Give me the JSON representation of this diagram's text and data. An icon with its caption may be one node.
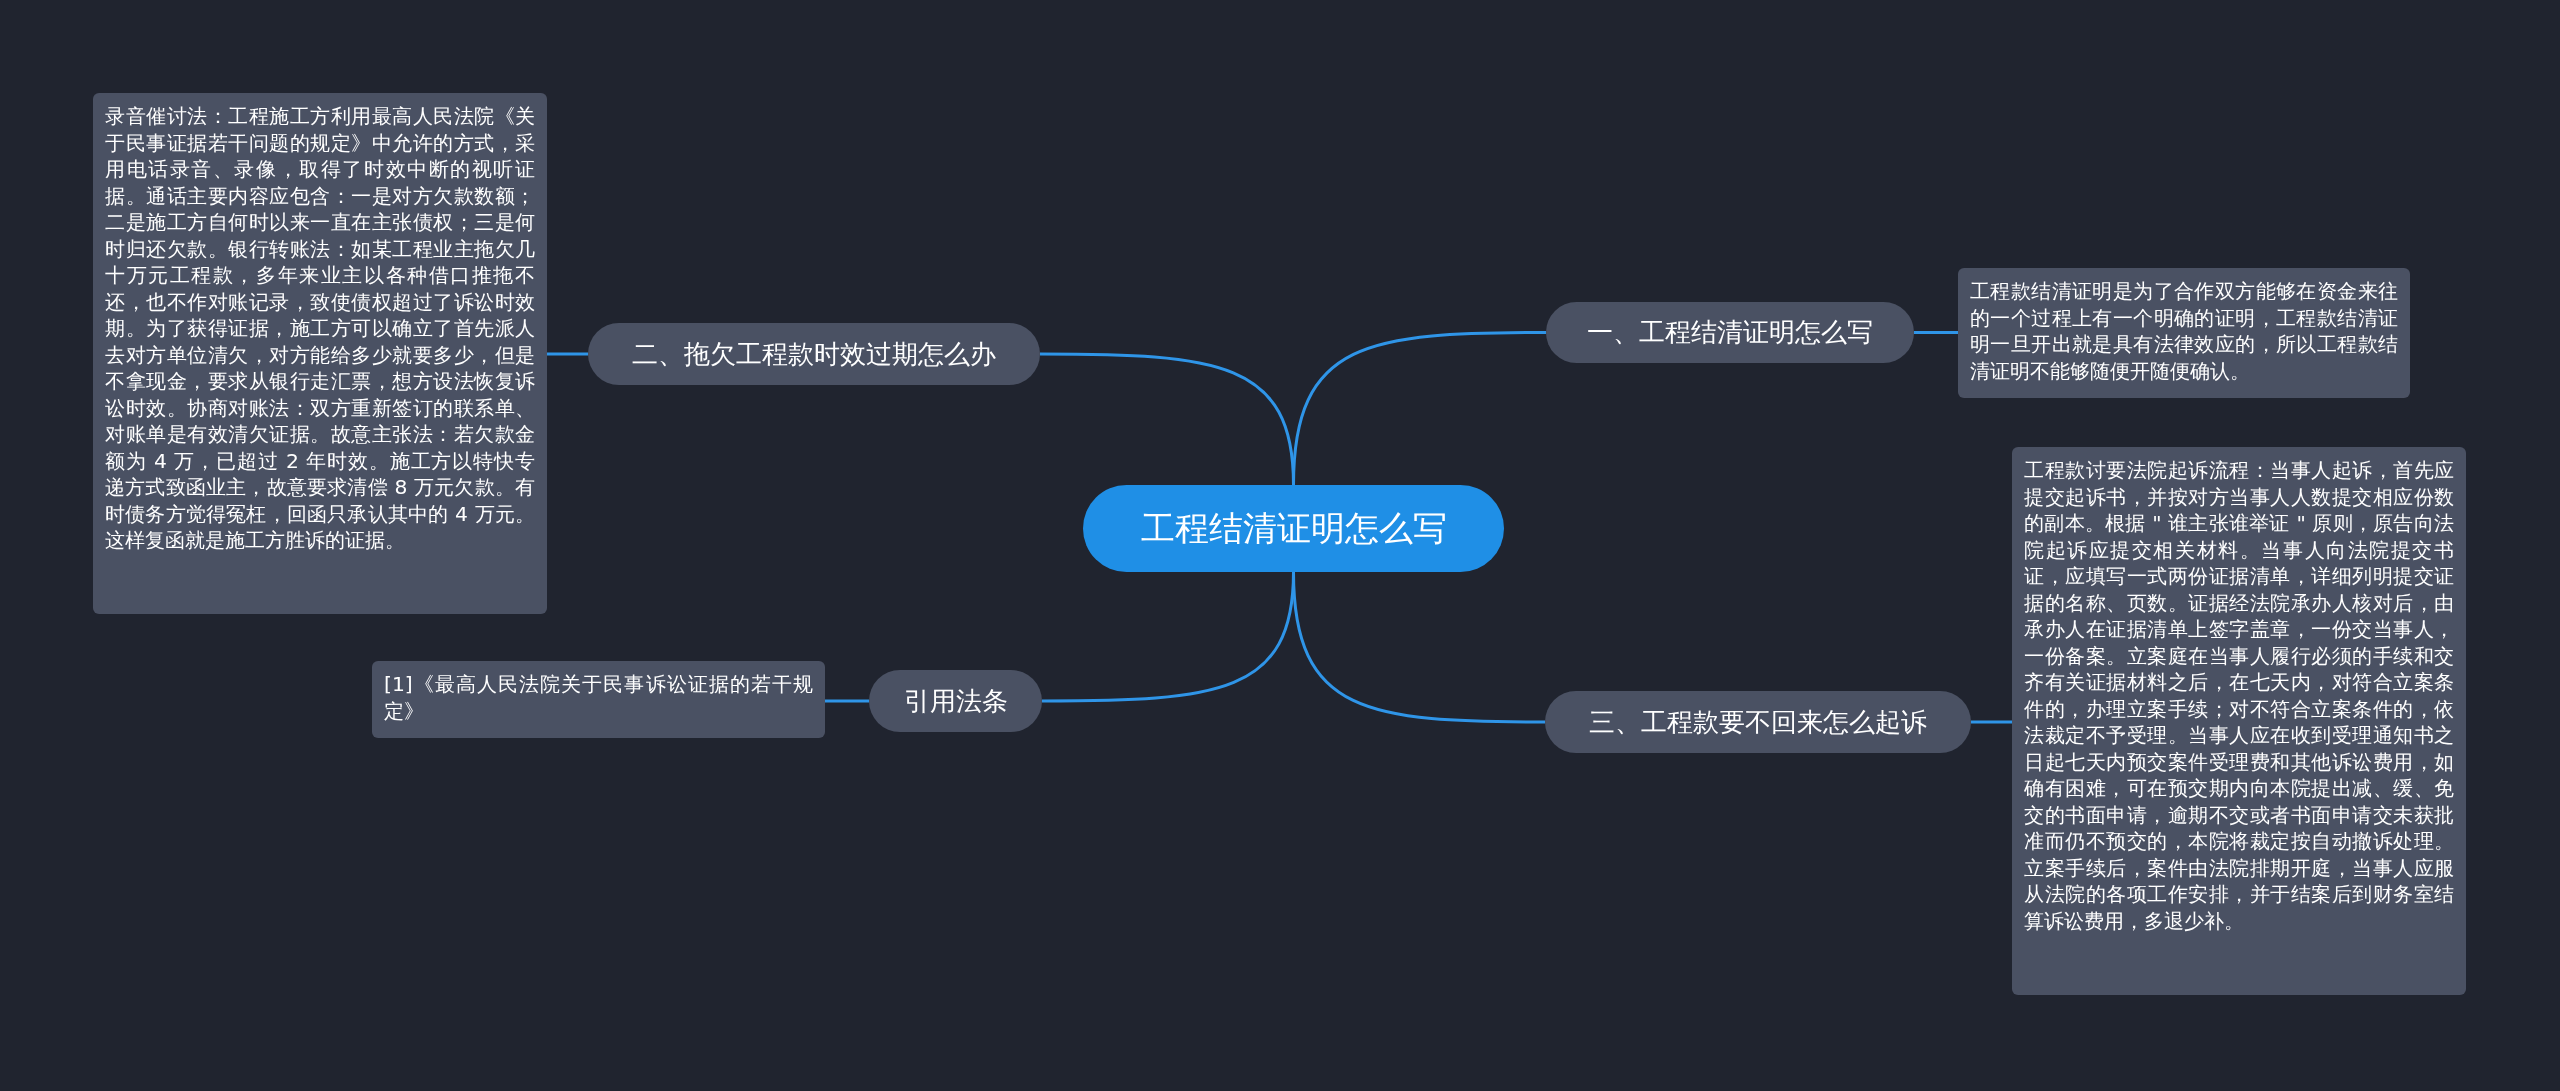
{
  "diagram": {
    "nodes": [
      {
        "text": [
          "工程结清证明怎么写"
        ]
      },
      {
        "text": [
          "一、工程结清证明怎么写"
        ]
      },
      {
        "text": [
          "工程款结清证明是为了合作双方能够在资金来往的一个过程上有一个明确的证明，工程款结清证明一旦开出就是具有法律效应的，所以工程款结清证明不能够随便开随便确认。"
        ]
      },
      {
        "text": [
          "二、拖欠工程款时效过期怎么办"
        ]
      },
      {
        "text": [
          "录音催讨法：工程施工方利用最高人民法院《关于民事证据若干问题的规定》中允许的方式，采用电话录音、录像，取得了时效中断的视听证据。通话主要内容应包含：一是对方欠款数额；二是施工方自何时以来一直在主张债权；三是何时归还欠款。银行转账法：如某工程业主拖欠几十万元工程款，多年来业主以各种借口推拖不还，也不作对账记录，致使债权超过了诉讼时效期。为了获得证据，施工方可以确立了首先派人去对方单位清欠，对方能给多少就要多少，但是不拿现金，要求从银行走汇票，想方设法恢复诉讼时效。协商对账法：双方重新签订的联系单、对账单是有效清欠证据。故意主张法：若欠款金额为 4 万，已超过 2 年时效。施工方以特快专递方式致函业主，故意要求清偿 8 万元欠款。有时债务方觉得冤枉，回函只承认其中的 4 万元。这样复函就是施工方胜诉的证据。"
        ]
      },
      {
        "text": [
          "引用法条"
        ]
      },
      {
        "text": [
          "[1]《最高人民法院关于民事诉讼证据的若干规定》"
        ]
      },
      {
        "text": [
          "三、工程款要不回来怎么起诉"
        ]
      },
      {
        "text": [
          "工程款讨要法院起诉流程：当事人起诉，首先应提交起诉书，并按对方当事人人数提交相应份数的副本。根据 \" 谁主张谁举证 \" 原则，原告向法院起诉应提交相关材料。当事人向法院提交书证，应填写一式两份证据清单，详细列明提交证据的名称、页数。证据经法院承办人核对后，由承办人在证据清单上签字盖章，一份交当事人，一份备案。立案庭在当事人履行必须的手续和交齐有关证据材料之后，在七天内，对符合立案条件的，办理立案手续；对不符合立案条件的，依法裁定不予受理。当事人应在收到受理通知书之日起七天内预交案件受理费和其他诉讼费用，如确有困难，可在预交期内向本院提出减、缓、免交的书面申请，逾期不交或者书面申请交未获批准而仍不预交的，本院将裁定按自动撤诉处理。立案手续后，案件由法院排期开庭，当事人应服从法院的各项工作安排，并于结案后到财务室结算诉讼费用，多退少补。"
        ]
      }
    ],
    "edges": [
      {
        "from": 0,
        "to": 1,
        "arrow": "none"
      },
      {
        "from": 1,
        "to": 2,
        "arrow": "none"
      },
      {
        "from": 0,
        "to": 3,
        "arrow": "none"
      },
      {
        "from": 3,
        "to": 4,
        "arrow": "none"
      },
      {
        "from": 0,
        "to": 5,
        "arrow": "none"
      },
      {
        "from": 5,
        "to": 6,
        "arrow": "none"
      },
      {
        "from": 0,
        "to": 7,
        "arrow": "none"
      },
      {
        "from": 7,
        "to": 8,
        "arrow": "none"
      }
    ]
  }
}
